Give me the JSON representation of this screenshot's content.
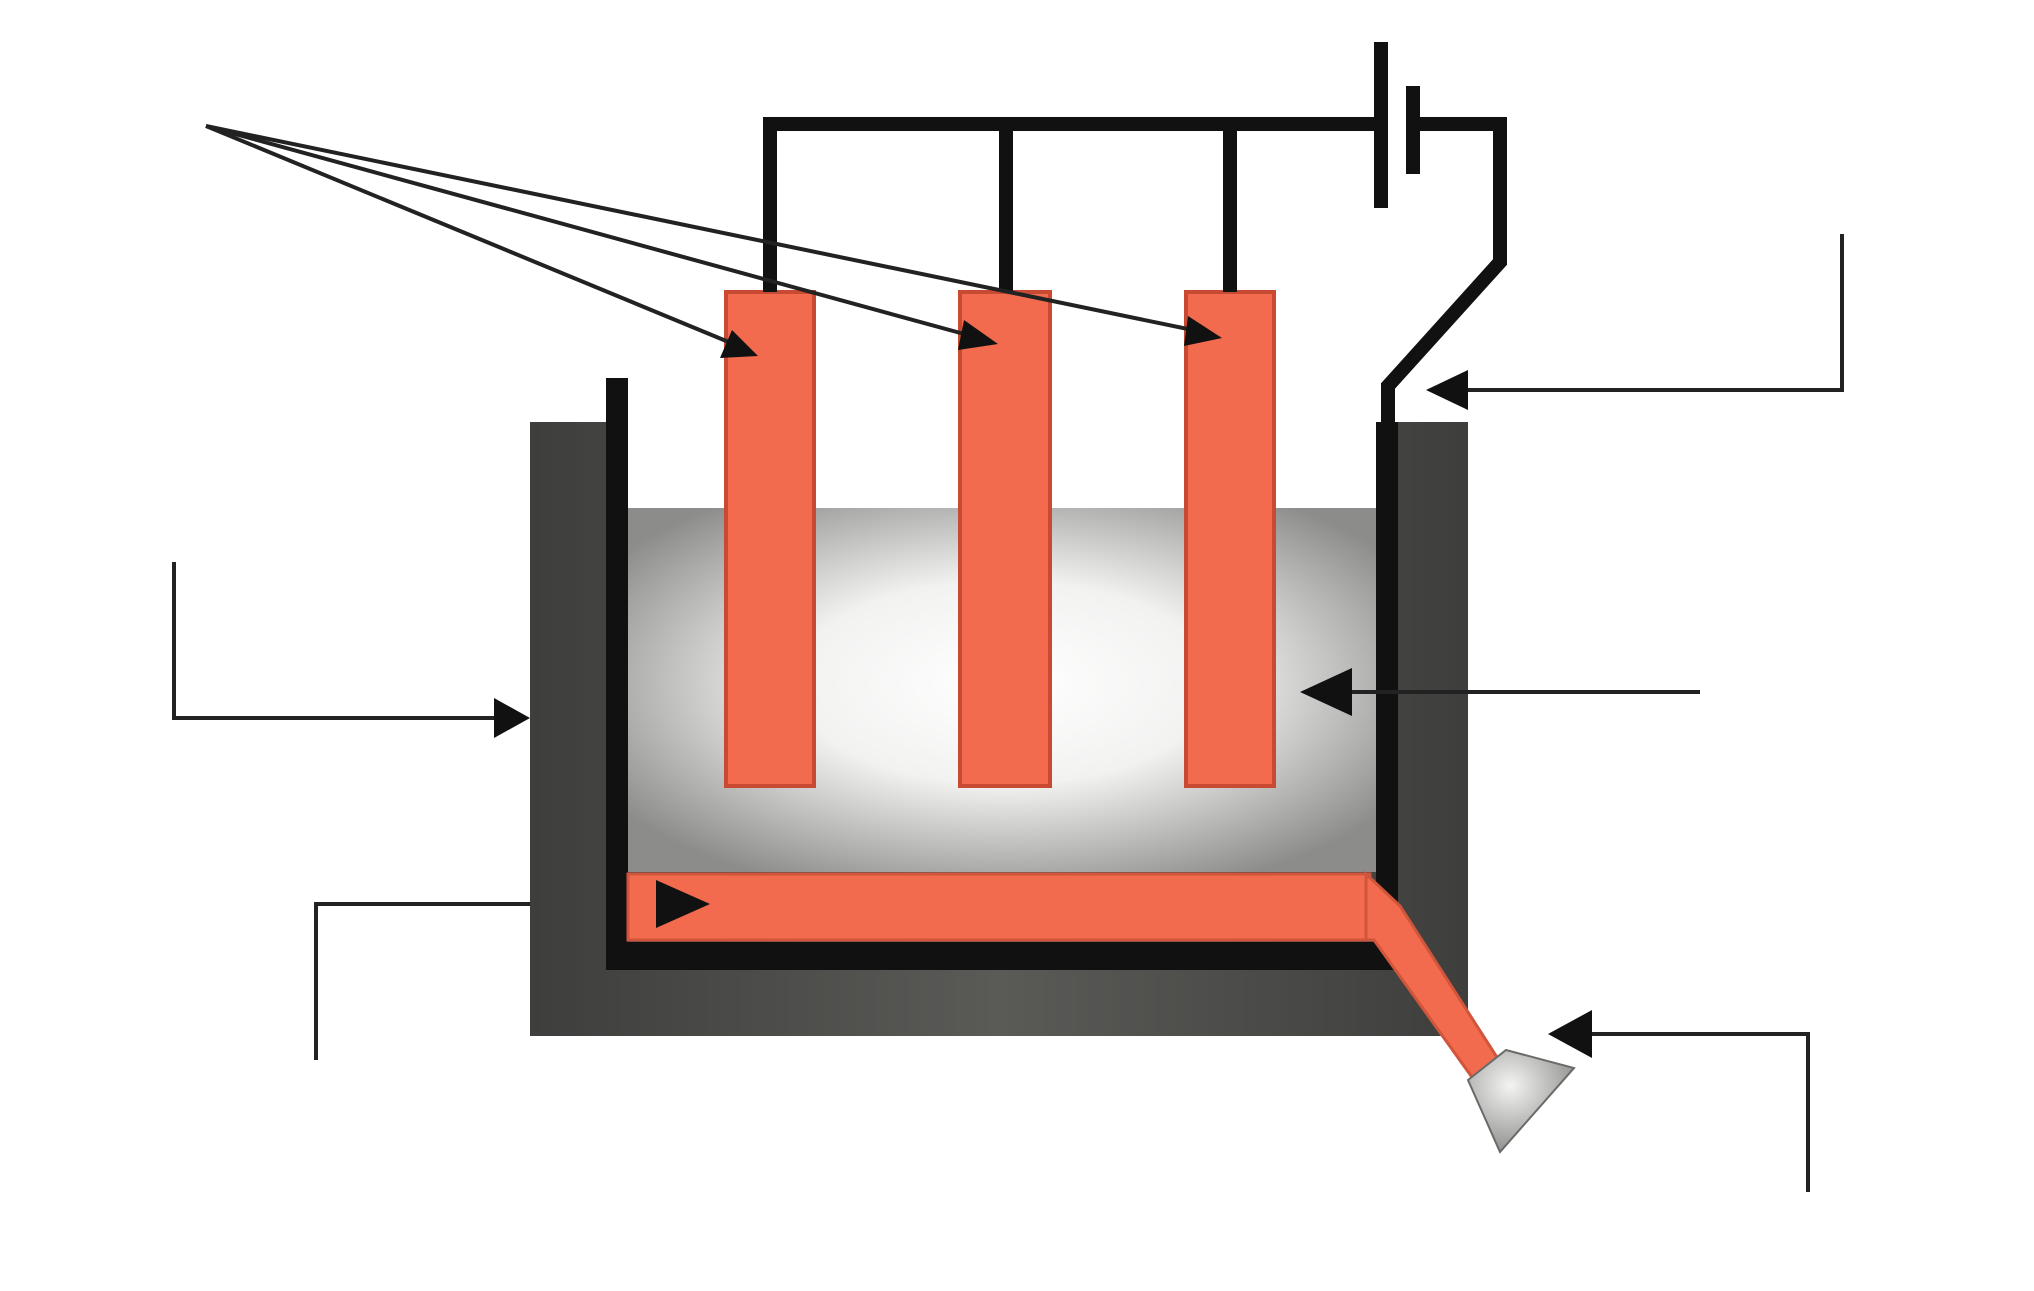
{
  "diagram": {
    "type": "unlabeled-schematic",
    "subject": "electrolytic-cell-with-three-anodes",
    "colors": {
      "background": "#ffffff",
      "electrode": "#f26b4f",
      "electrode_edge": "#c84a33",
      "cell_wall": "#4a4a48",
      "cell_liner": "#111111",
      "electrolyte_center": "#ffffff",
      "electrolyte_edge": "#8c8c8a",
      "wire": "#111111",
      "pointer_line": "#222222",
      "outlet_nozzle": "#c9c9c7"
    },
    "components": [
      {
        "id": "battery",
        "kind": "dc-source",
        "label": ""
      },
      {
        "id": "anode-1",
        "kind": "electrode",
        "label": ""
      },
      {
        "id": "anode-2",
        "kind": "electrode",
        "label": ""
      },
      {
        "id": "anode-3",
        "kind": "electrode",
        "label": ""
      },
      {
        "id": "cathode",
        "kind": "bottom-electrode",
        "label": ""
      },
      {
        "id": "electrolyte",
        "kind": "bath",
        "label": ""
      },
      {
        "id": "outlet",
        "kind": "tap",
        "label": ""
      }
    ],
    "pointers": [
      {
        "id": "pointer-anodes",
        "targets": [
          "anode-1",
          "anode-2",
          "anode-3"
        ],
        "label": ""
      },
      {
        "id": "pointer-cathode-wire",
        "targets": [
          "cathode-lead"
        ],
        "label": ""
      },
      {
        "id": "pointer-cell-wall",
        "targets": [
          "cell-wall"
        ],
        "label": ""
      },
      {
        "id": "pointer-electrolyte",
        "targets": [
          "electrolyte"
        ],
        "label": ""
      },
      {
        "id": "pointer-liner",
        "targets": [
          "cell-liner"
        ],
        "label": ""
      },
      {
        "id": "pointer-outlet",
        "targets": [
          "outlet"
        ],
        "label": ""
      }
    ]
  }
}
